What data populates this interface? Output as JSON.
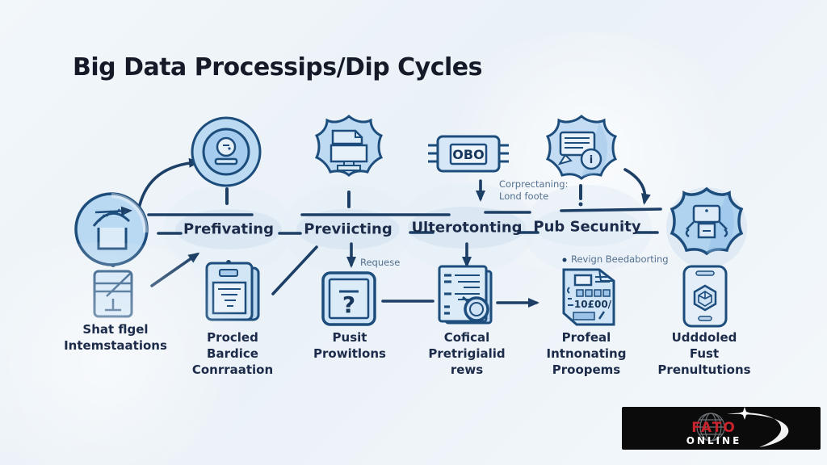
{
  "title": "Big Data Processips/Dip Cycles",
  "colors": {
    "connector_navy": "#1d3f66",
    "icon_stroke_navy": "#1d4d7c",
    "icon_fill_blue": "#bcd9f2",
    "label_navy": "#1c2b4a",
    "note_grey_blue": "#54708f",
    "logo_background": "#0b0b0c",
    "logo_red": "#c8232c",
    "logo_white": "#ffffff"
  },
  "stages": [
    {
      "label": "Prefivating"
    },
    {
      "label": "Previicting"
    },
    {
      "label": "Ulterotonting"
    },
    {
      "label": "Pub Secunity"
    }
  ],
  "chip": {
    "label": "OBO"
  },
  "annotations": {
    "chip_note_line1": "Corprectaning:",
    "chip_note_line2": "Lond foote",
    "request_note": "Requese",
    "review_note": "Revign Beedaborting"
  },
  "icon_texts": {
    "question_mark": "?",
    "info_badge": "i",
    "receipt_digits": "10£00/"
  },
  "bottom_items": [
    {
      "line1": "Shat flgel",
      "line2": "Intemstaations",
      "line3": ""
    },
    {
      "line1": "Procled",
      "line2": "Bardice",
      "line3": "Conrraation"
    },
    {
      "line1": "Pusit",
      "line2": "Prowitlons",
      "line3": ""
    },
    {
      "line1": "Cofical",
      "line2": "Pretrigialid",
      "line3": "rews"
    },
    {
      "line1": "Profeal",
      "line2": "Intnonating",
      "line3": "Proopems"
    },
    {
      "line1": "Udddoled",
      "line2": "Fust",
      "line3": "Prenultutions"
    }
  ],
  "logo": {
    "brand": "FATO",
    "sub": "ONLINE"
  }
}
